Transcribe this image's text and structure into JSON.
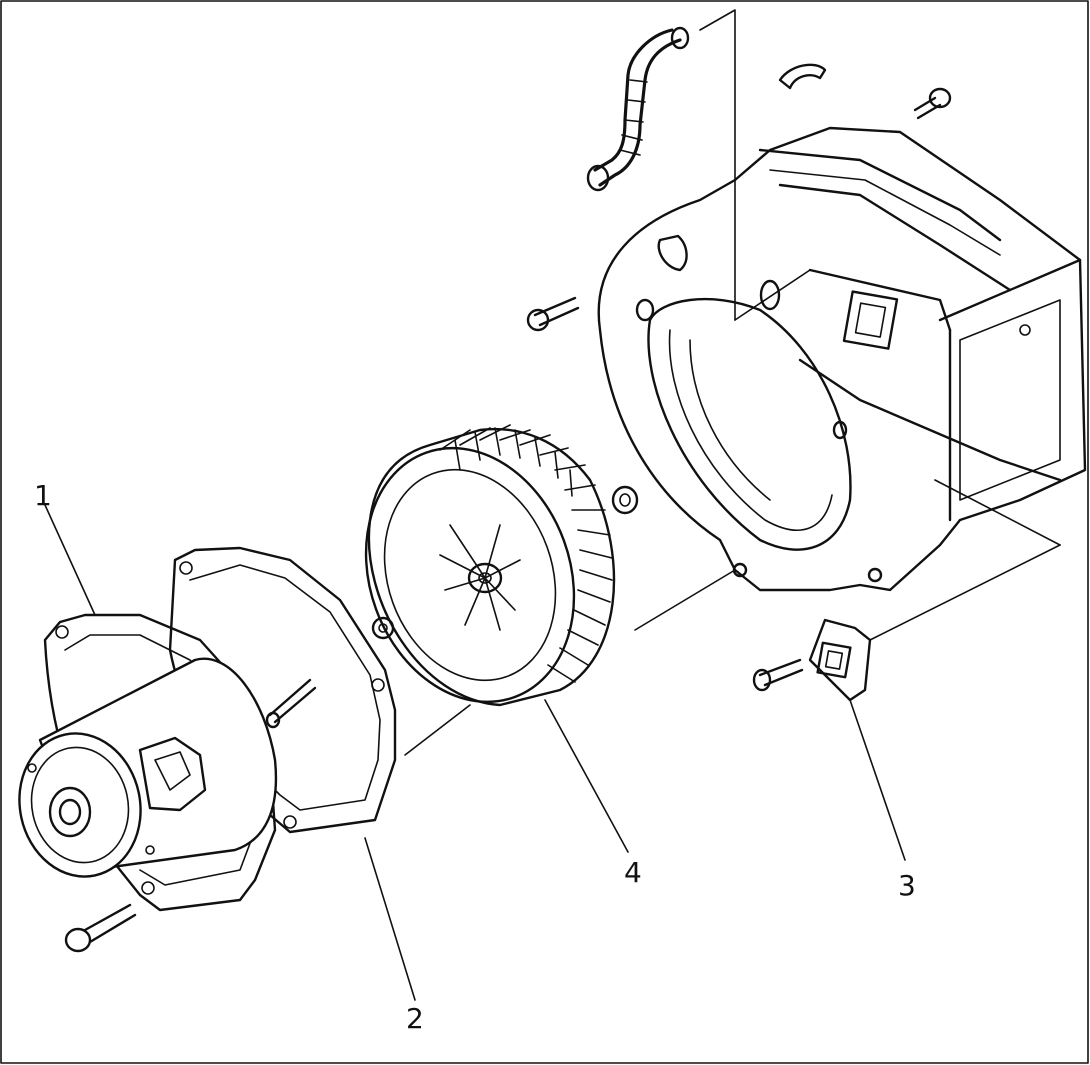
{
  "diagram": {
    "callouts": [
      {
        "id": "1",
        "label": "1"
      },
      {
        "id": "2",
        "label": "2"
      },
      {
        "id": "3",
        "label": "3"
      },
      {
        "id": "4",
        "label": "4"
      }
    ],
    "colors": {
      "line": "#111111",
      "background": "#ffffff"
    }
  }
}
